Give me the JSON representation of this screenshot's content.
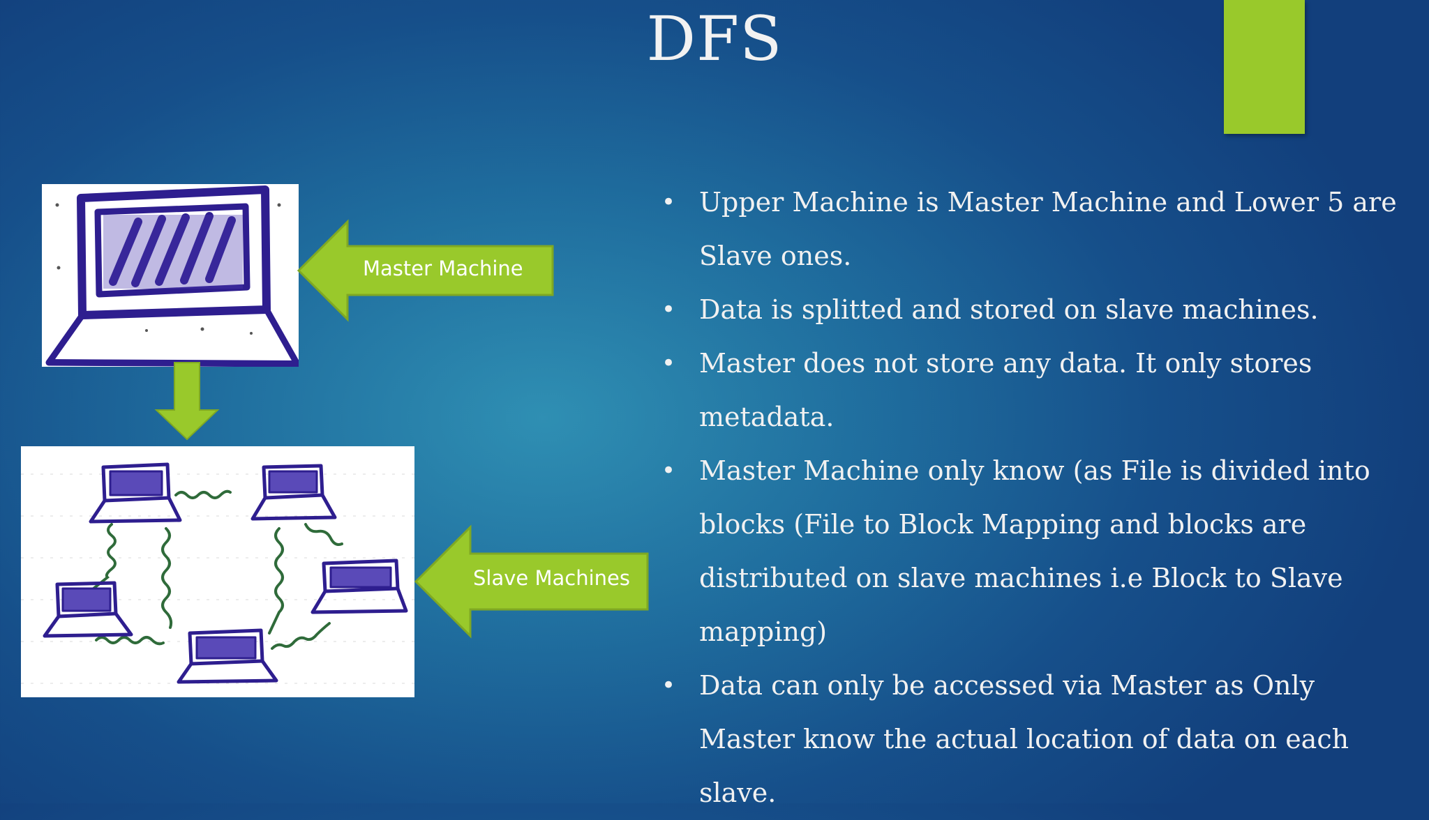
{
  "slide": {
    "title": "DFS",
    "accent_color": "#99c92b",
    "master_arrow_label": "Master Machine",
    "slave_arrow_label": "Slave Machines",
    "bullets": [
      "Upper Machine is Master Machine and Lower 5 are Slave ones.",
      "Data is splitted and stored on slave machines.",
      "Master does not store any data. It only stores metadata.",
      "Master Machine only know (as File is divided into blocks  (File to Block Mapping and blocks are distributed on slave machines i.e Block to Slave mapping)",
      "Data can only be accessed via Master as Only Master know the actual location of data on each slave."
    ]
  }
}
